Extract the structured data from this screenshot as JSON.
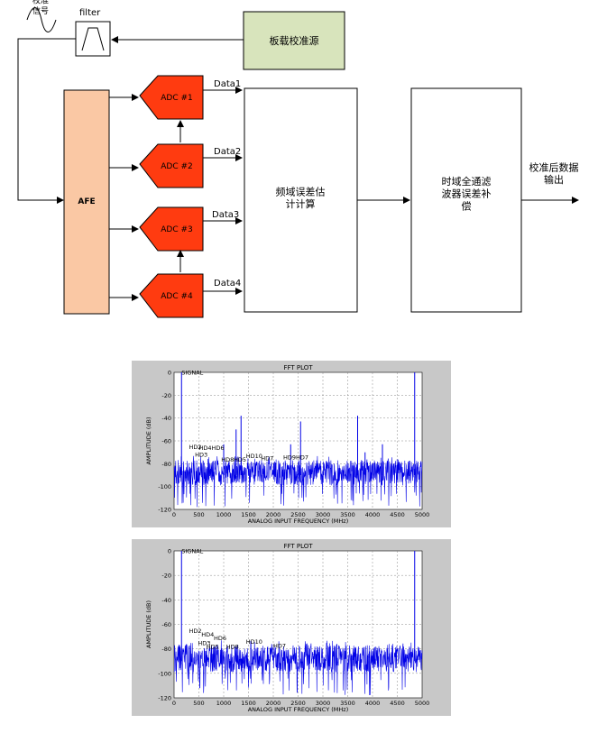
{
  "diagram": {
    "input_label": "校准\n信号",
    "filter_label": "filter",
    "calib_source": "板载校准源",
    "afe": "AFE",
    "adcs": [
      "ADC #1",
      "ADC #2",
      "ADC #3",
      "ADC #4"
    ],
    "data_labels": [
      "Data1",
      "Data2",
      "Data3",
      "Data4"
    ],
    "freq_estimation": "频域误差估\n计计算",
    "allpass_comp": "时域全通滤\n波器误差补\n偿",
    "output_label": "校准后数据\n输出"
  },
  "chart_data": [
    {
      "type": "line",
      "title": "FFT PLOT",
      "xlabel": "ANALOG INPUT FREQUENCY (MHz)",
      "ylabel": "AMPLITUDE (dB)",
      "xlim": [
        0,
        5000
      ],
      "ylim": [
        -120,
        0
      ],
      "xticks": [
        0,
        500,
        1000,
        1500,
        2000,
        2500,
        3000,
        3500,
        4000,
        4500,
        5000
      ],
      "yticks": [
        0,
        -20,
        -40,
        -60,
        -80,
        -100,
        -120
      ],
      "grid": true,
      "noise_floor": [
        -98,
        -78
      ],
      "spikes": [
        {
          "x": 150,
          "y": 0
        },
        {
          "x": 1000,
          "y": -63
        },
        {
          "x": 1250,
          "y": -50
        },
        {
          "x": 1350,
          "y": -38
        },
        {
          "x": 2350,
          "y": -63
        },
        {
          "x": 2550,
          "y": -43
        },
        {
          "x": 3700,
          "y": -38
        },
        {
          "x": 3850,
          "y": -70
        },
        {
          "x": 4200,
          "y": -63
        },
        {
          "x": 4850,
          "y": 0
        }
      ],
      "annotations": [
        {
          "text": "SIGNAL",
          "x": 150,
          "y": -2
        },
        {
          "text": "HD2",
          "x": 300,
          "y": -67
        },
        {
          "text": "HD4HD6",
          "x": 500,
          "y": -68
        },
        {
          "text": "HD3",
          "x": 420,
          "y": -74
        },
        {
          "text": "HD8",
          "x": 950,
          "y": -78
        },
        {
          "text": "HD10",
          "x": 1450,
          "y": -75
        },
        {
          "text": "HD5",
          "x": 1200,
          "y": -78
        },
        {
          "text": "HD7",
          "x": 1750,
          "y": -77
        },
        {
          "text": "HD9HD7",
          "x": 2200,
          "y": -76
        }
      ]
    },
    {
      "type": "line",
      "title": "FFT PLOT",
      "xlabel": "ANALOG INPUT FREQUENCY (MHz)",
      "ylabel": "AMPLITUDE (dB)",
      "xlim": [
        0,
        5000
      ],
      "ylim": [
        -120,
        0
      ],
      "xticks": [
        0,
        500,
        1000,
        1500,
        2000,
        2500,
        3000,
        3500,
        4000,
        4500,
        5000
      ],
      "yticks": [
        0,
        -20,
        -40,
        -60,
        -80,
        -100,
        -120
      ],
      "grid": true,
      "noise_floor": [
        -98,
        -78
      ],
      "spikes": [
        {
          "x": 150,
          "y": 0
        },
        {
          "x": 4850,
          "y": 0
        }
      ],
      "annotations": [
        {
          "text": "SIGNAL",
          "x": 150,
          "y": -2
        },
        {
          "text": "HD2",
          "x": 300,
          "y": -67
        },
        {
          "text": "HD4",
          "x": 550,
          "y": -70
        },
        {
          "text": "HD6",
          "x": 800,
          "y": -73
        },
        {
          "text": "HD3",
          "x": 480,
          "y": -77
        },
        {
          "text": "HD5",
          "x": 650,
          "y": -80
        },
        {
          "text": "HD8",
          "x": 1050,
          "y": -80
        },
        {
          "text": "HD10",
          "x": 1450,
          "y": -76
        },
        {
          "text": "HD7",
          "x": 2000,
          "y": -79
        }
      ]
    }
  ]
}
